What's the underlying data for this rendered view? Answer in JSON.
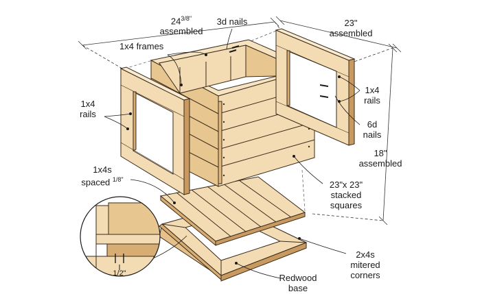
{
  "labels": {
    "width_top_a": "24",
    "width_top_frac": "3/8\"",
    "width_top_b": "assembled",
    "nails_3d": "3d nails",
    "width_right_a": "23\"",
    "width_right_b": "assembled",
    "frames_1x4": "1x4 frames",
    "rails_left_a": "1x4",
    "rails_left_b": "rails",
    "rails_right_a": "1x4",
    "rails_right_b": "rails",
    "nails_6d_a": "6d",
    "nails_6d_b": "nails",
    "height_a": "18\"",
    "height_b": "assembled",
    "spaced_a": "1x4s",
    "spaced_b_prefix": "spaced",
    "spaced_b_frac": "1/8\"",
    "squares_a": "23\"x 23\"",
    "squares_b": "stacked",
    "squares_c": "squares",
    "mitered_a": "2x4s",
    "mitered_b": "mitered",
    "mitered_c": "corners",
    "base_a": "Redwood",
    "base_b": "base",
    "inset_gap": "1/2\""
  },
  "colors": {
    "wood_light": "#f3dcb4",
    "wood_mid": "#e8c690",
    "wood_dark": "#c99a60",
    "outline": "#3a2a1a"
  }
}
